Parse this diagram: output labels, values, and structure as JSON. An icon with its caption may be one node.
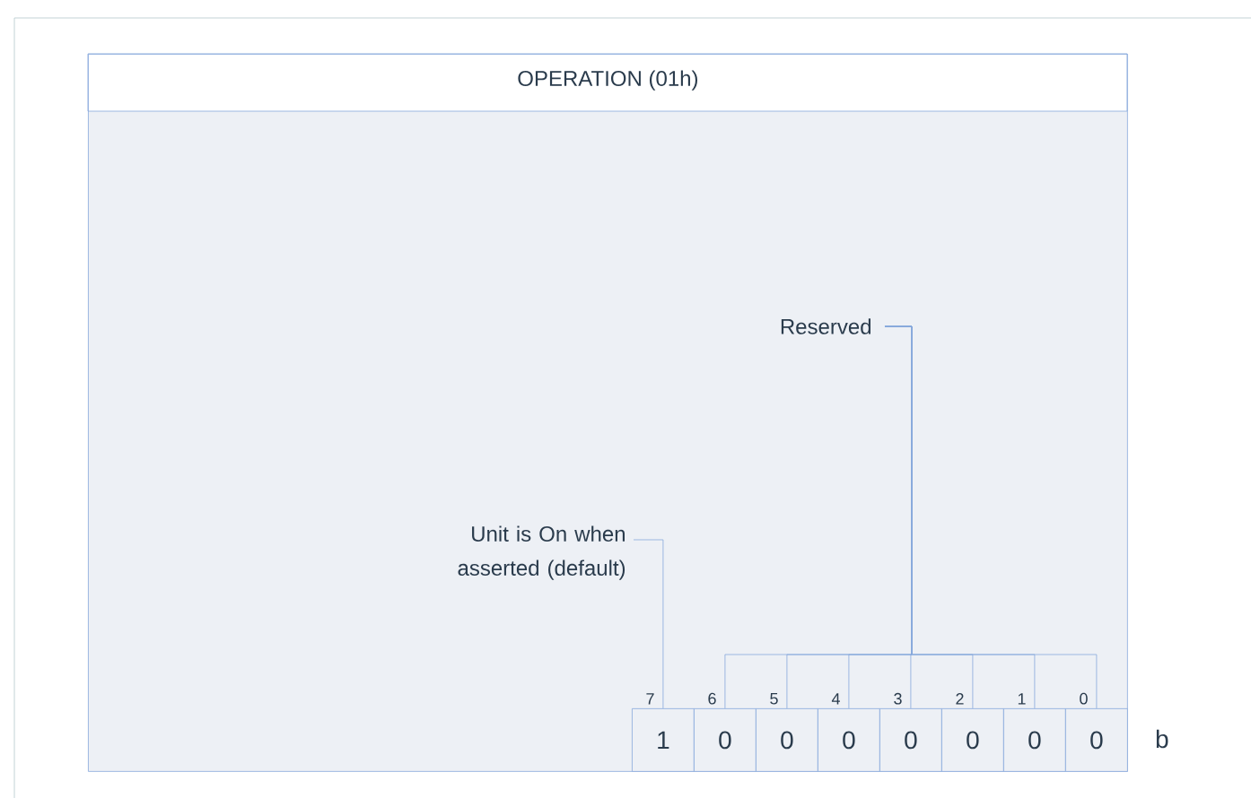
{
  "diagram": {
    "nodes": [
      {
        "text": [
          "OPERATION (01h)"
        ]
      },
      {
        "text": [
          "1"
        ],
        "in": 0,
        "beside": [
          "7"
        ]
      },
      {
        "text": [
          "0"
        ],
        "in": 0,
        "beside": [
          "6"
        ]
      },
      {
        "text": [
          "0"
        ],
        "in": 0,
        "beside": [
          "5"
        ]
      },
      {
        "text": [
          "0"
        ],
        "in": 0,
        "beside": [
          "4"
        ]
      },
      {
        "text": [
          "0"
        ],
        "in": 0,
        "beside": [
          "3"
        ]
      },
      {
        "text": [
          "0"
        ],
        "in": 0,
        "beside": [
          "2"
        ]
      },
      {
        "text": [
          "0"
        ],
        "in": 0,
        "beside": [
          "1"
        ]
      },
      {
        "text": [
          "0"
        ],
        "in": 0,
        "beside": [
          "0"
        ]
      },
      {
        "text": [
          "Unit is On when asserted (default)"
        ],
        "in": 0
      },
      {
        "text": [
          "Reserved"
        ],
        "in": 0
      }
    ],
    "edges": [
      {
        "from": 9,
        "to": 1,
        "arrow": "none"
      },
      {
        "from": 10,
        "to": 2,
        "arrow": "none"
      },
      {
        "from": 10,
        "to": 3,
        "arrow": "none"
      },
      {
        "from": 10,
        "to": 4,
        "arrow": "none"
      },
      {
        "from": 10,
        "to": 5,
        "arrow": "none"
      },
      {
        "from": 10,
        "to": 6,
        "arrow": "none"
      },
      {
        "from": 10,
        "to": 7,
        "arrow": "none"
      },
      {
        "from": 10,
        "to": 8,
        "arrow": "none"
      }
    ],
    "labels": [
      "b"
    ]
  }
}
